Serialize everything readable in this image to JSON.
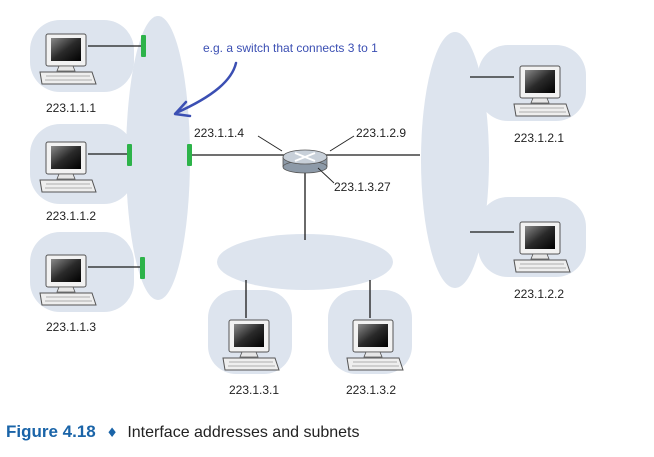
{
  "annotation": "e.g. a switch that connects 3 to 1",
  "hosts": [
    {
      "address": "223.1.1.1",
      "icon": "desktop-computer-icon"
    },
    {
      "address": "223.1.1.2",
      "icon": "desktop-computer-icon"
    },
    {
      "address": "223.1.1.3",
      "icon": "desktop-computer-icon"
    },
    {
      "address": "223.1.2.1",
      "icon": "desktop-computer-icon"
    },
    {
      "address": "223.1.2.2",
      "icon": "desktop-computer-icon"
    },
    {
      "address": "223.1.3.1",
      "icon": "desktop-computer-icon"
    },
    {
      "address": "223.1.3.2",
      "icon": "desktop-computer-icon"
    }
  ],
  "router": {
    "icon": "router-icon",
    "interfaces": [
      "223.1.1.4",
      "223.1.2.9",
      "223.1.3.27"
    ]
  },
  "caption": {
    "figure": "Figure 4.18",
    "separator": "♦",
    "text": "Interface addresses and subnets"
  },
  "colors": {
    "subnet_fill": "#dde4ee",
    "link_line": "#1a1a1a",
    "interface_marker": "#2db34a",
    "annotation": "#3b4fb3",
    "caption_accent": "#1a64a8"
  }
}
